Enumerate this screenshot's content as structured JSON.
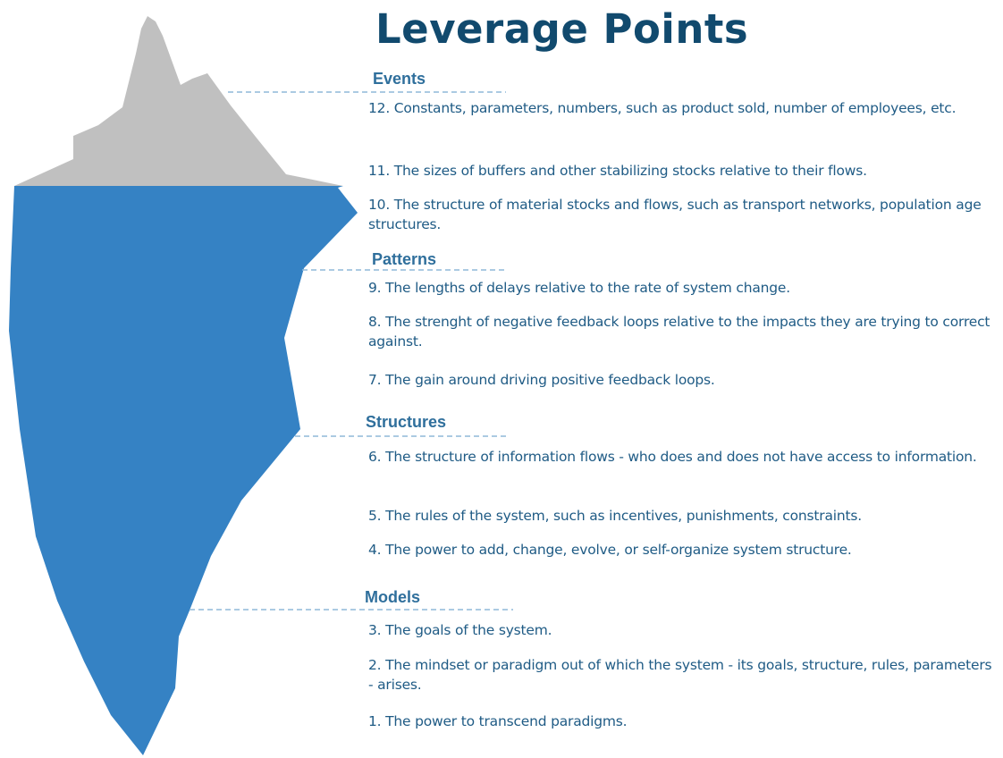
{
  "title": "Leverage Points",
  "colors": {
    "title": "#114a6e",
    "text": "#1f5b85",
    "label": "#2f6f9c",
    "ice_above_water": "#c0c0c0",
    "ice_below_water": "#3582c4",
    "dashed_line": "#8fb8d8"
  },
  "sections": [
    {
      "label": "Events",
      "items": [
        "12. Constants, parameters, numbers, such as product sold, number of employees, etc.",
        "11. The sizes of buffers and other stabilizing stocks relative to their flows.",
        "10. The structure of material stocks and flows, such as transport networks, population age structures."
      ]
    },
    {
      "label": "Patterns",
      "items": [
        "9. The lengths of delays relative to the rate of system change.",
        "8. The strenght of negative feedback loops relative to the impacts they are trying to correct against.",
        "7. The gain around driving positive feedback loops."
      ]
    },
    {
      "label": "Structures",
      "items": [
        "6. The structure of information flows - who does and does not have access to information.",
        "5. The rules of the system, such as incentives, punishments, constraints.",
        "4. The power to add, change, evolve, or self-organize system structure."
      ]
    },
    {
      "label": "Models",
      "items": [
        "3. The goals of the system.",
        "2. The mindset or paradigm out of which the system - its goals, structure, rules, parameters - arises.",
        "1. The power to transcend paradigms."
      ]
    }
  ]
}
